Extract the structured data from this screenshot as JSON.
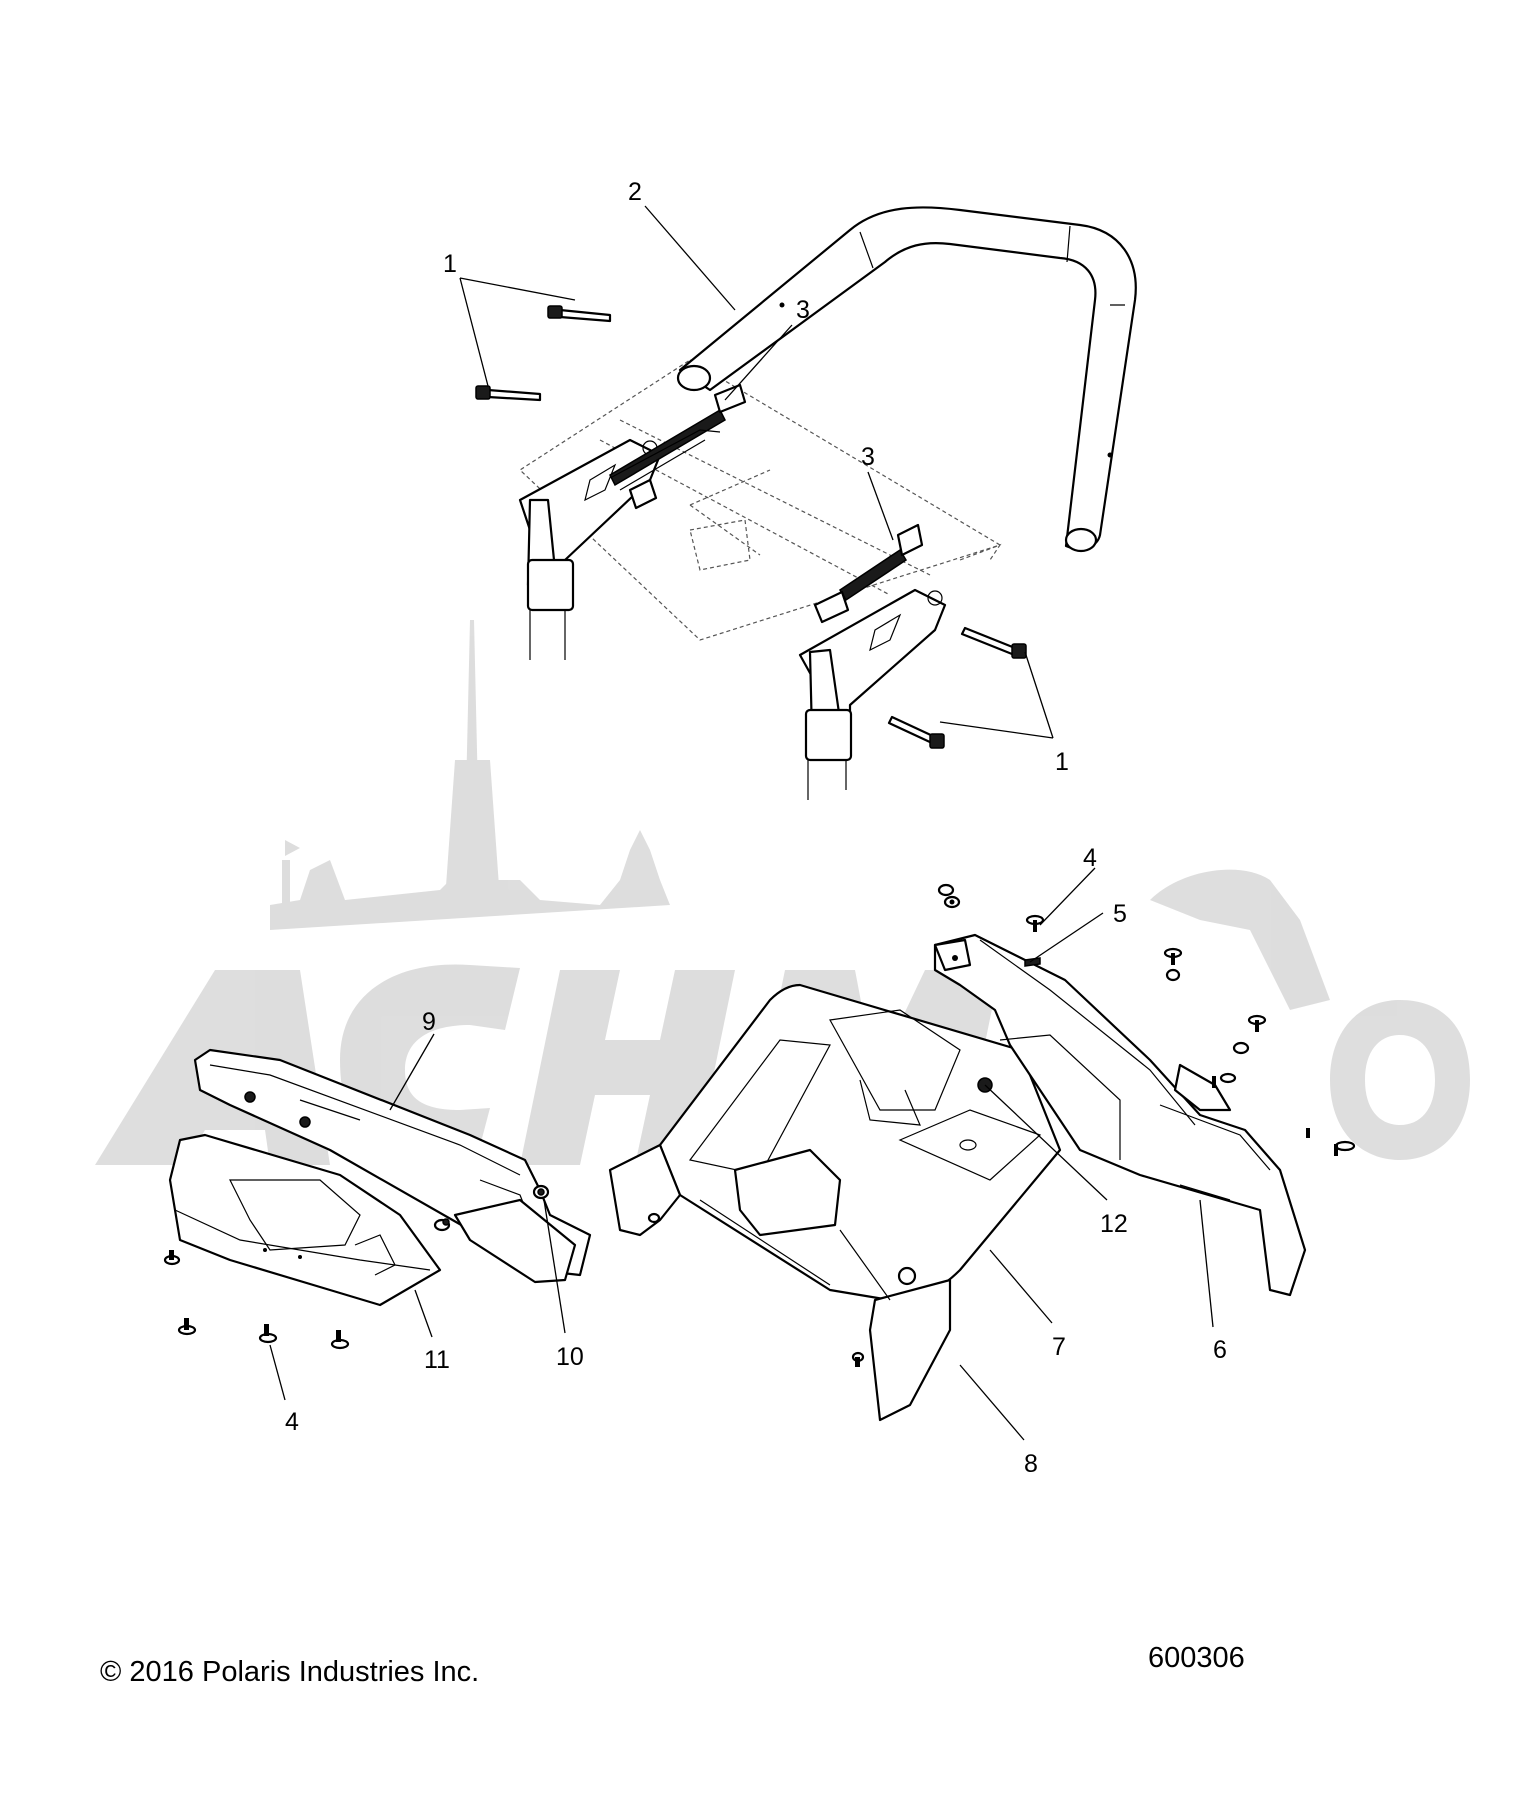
{
  "copyright": "© 2016 Polaris Industries Inc.",
  "diagram_number": "600306",
  "watermark": {
    "text": "AchMoto",
    "color": "#dcdcdc"
  },
  "callouts": [
    {
      "id": "c1a",
      "label": "1"
    },
    {
      "id": "c2",
      "label": "2"
    },
    {
      "id": "c3a",
      "label": "3"
    },
    {
      "id": "c3b",
      "label": "3"
    },
    {
      "id": "c1b",
      "label": "1"
    },
    {
      "id": "c4a",
      "label": "4"
    },
    {
      "id": "c5",
      "label": "5"
    },
    {
      "id": "c9",
      "label": "9"
    },
    {
      "id": "c12",
      "label": "12"
    },
    {
      "id": "c7",
      "label": "7"
    },
    {
      "id": "c6",
      "label": "6"
    },
    {
      "id": "c11",
      "label": "11"
    },
    {
      "id": "c10",
      "label": "10"
    },
    {
      "id": "c4b",
      "label": "4"
    },
    {
      "id": "c8",
      "label": "8"
    }
  ]
}
